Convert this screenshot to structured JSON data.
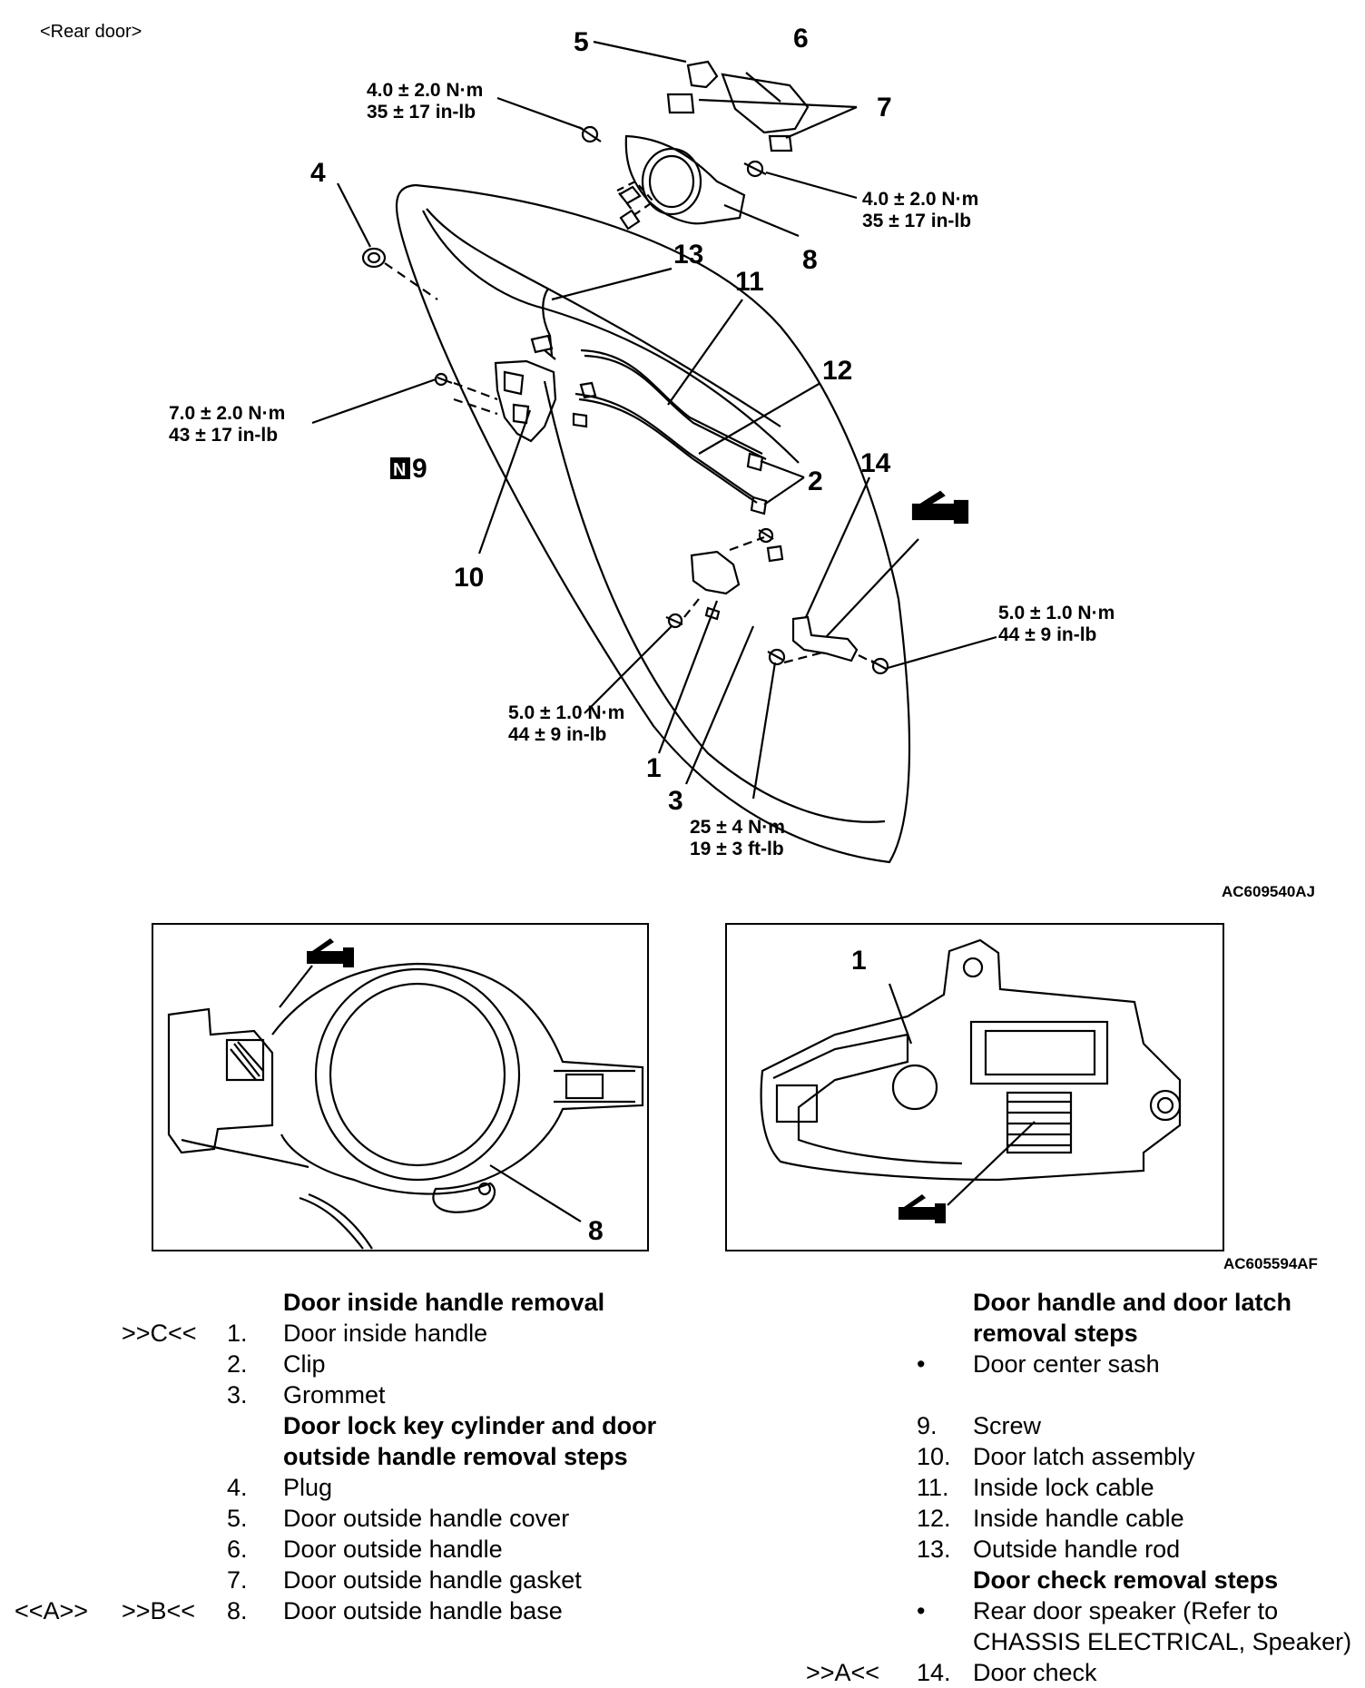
{
  "title": "<Rear door>",
  "figure_codes": {
    "top": "AC609540AJ",
    "bottom": "AC605594AF"
  },
  "parts": {
    "p1": "1",
    "p2": "2",
    "p3": "3",
    "p4": "4",
    "p5": "5",
    "p6": "6",
    "p7": "7",
    "p8": "8",
    "p9": "9",
    "p10": "10",
    "p11": "11",
    "p12": "12",
    "p13": "13",
    "p14": "14"
  },
  "n_mark": "N",
  "torques": {
    "t_top_a": "4.0 ± 2.0 N·m",
    "t_top_b": "35 ± 17 in-lb",
    "t_right_a": "4.0 ± 2.0 N·m",
    "t_right_b": "35 ± 17 in-lb",
    "t_latch_a": "7.0 ± 2.0 N·m",
    "t_latch_b": "43 ± 17 in-lb",
    "t_check_a": "5.0 ± 1.0 N·m",
    "t_check_b": "44 ± 9 in-lb",
    "t_handle_a": "5.0 ± 1.0 N·m",
    "t_handle_b": "44 ± 9 in-lb",
    "t_bot_a": "25 ± 4 N·m",
    "t_bot_b": "19 ± 3 ft-lb"
  },
  "detail": {
    "left_label": "8",
    "right_label": "1"
  },
  "left_list": {
    "heading1": "Door inside handle removal",
    "r1": {
      "mark": ">>C<<",
      "n": "1.",
      "t": "Door inside handle"
    },
    "r2": {
      "n": "2.",
      "t": "Clip"
    },
    "r3": {
      "n": "3.",
      "t": "Grommet"
    },
    "heading2a": "Door lock key cylinder and door",
    "heading2b": "outside handle removal steps",
    "r4": {
      "n": "4.",
      "t": "Plug"
    },
    "r5": {
      "n": "5.",
      "t": "Door outside handle cover"
    },
    "r6": {
      "n": "6.",
      "t": "Door outside handle"
    },
    "r7": {
      "n": "7.",
      "t": "Door outside handle gasket"
    },
    "r8": {
      "pre": "<<A>>",
      "mark": ">>B<<",
      "n": "8.",
      "t": "Door outside handle base"
    }
  },
  "right_list": {
    "heading1a": "Door handle and door latch",
    "heading1b": "removal steps",
    "b1": {
      "bullet": "•",
      "t": "Door center sash"
    },
    "r9": {
      "n": "9.",
      "t": "Screw"
    },
    "r10": {
      "n": "10.",
      "t": "Door latch assembly"
    },
    "r11": {
      "n": "11.",
      "t": "Inside lock cable"
    },
    "r12": {
      "n": "12.",
      "t": "Inside handle cable"
    },
    "r13": {
      "n": "13.",
      "t": "Outside handle rod"
    },
    "heading2": "Door check removal steps",
    "b2": {
      "bullet": "•",
      "t1": "Rear door speaker (Refer to",
      "t2": "CHASSIS ELECTRICAL, Speaker)"
    },
    "r14": {
      "mark": ">>A<<",
      "n": "14.",
      "t": "Door check"
    }
  }
}
